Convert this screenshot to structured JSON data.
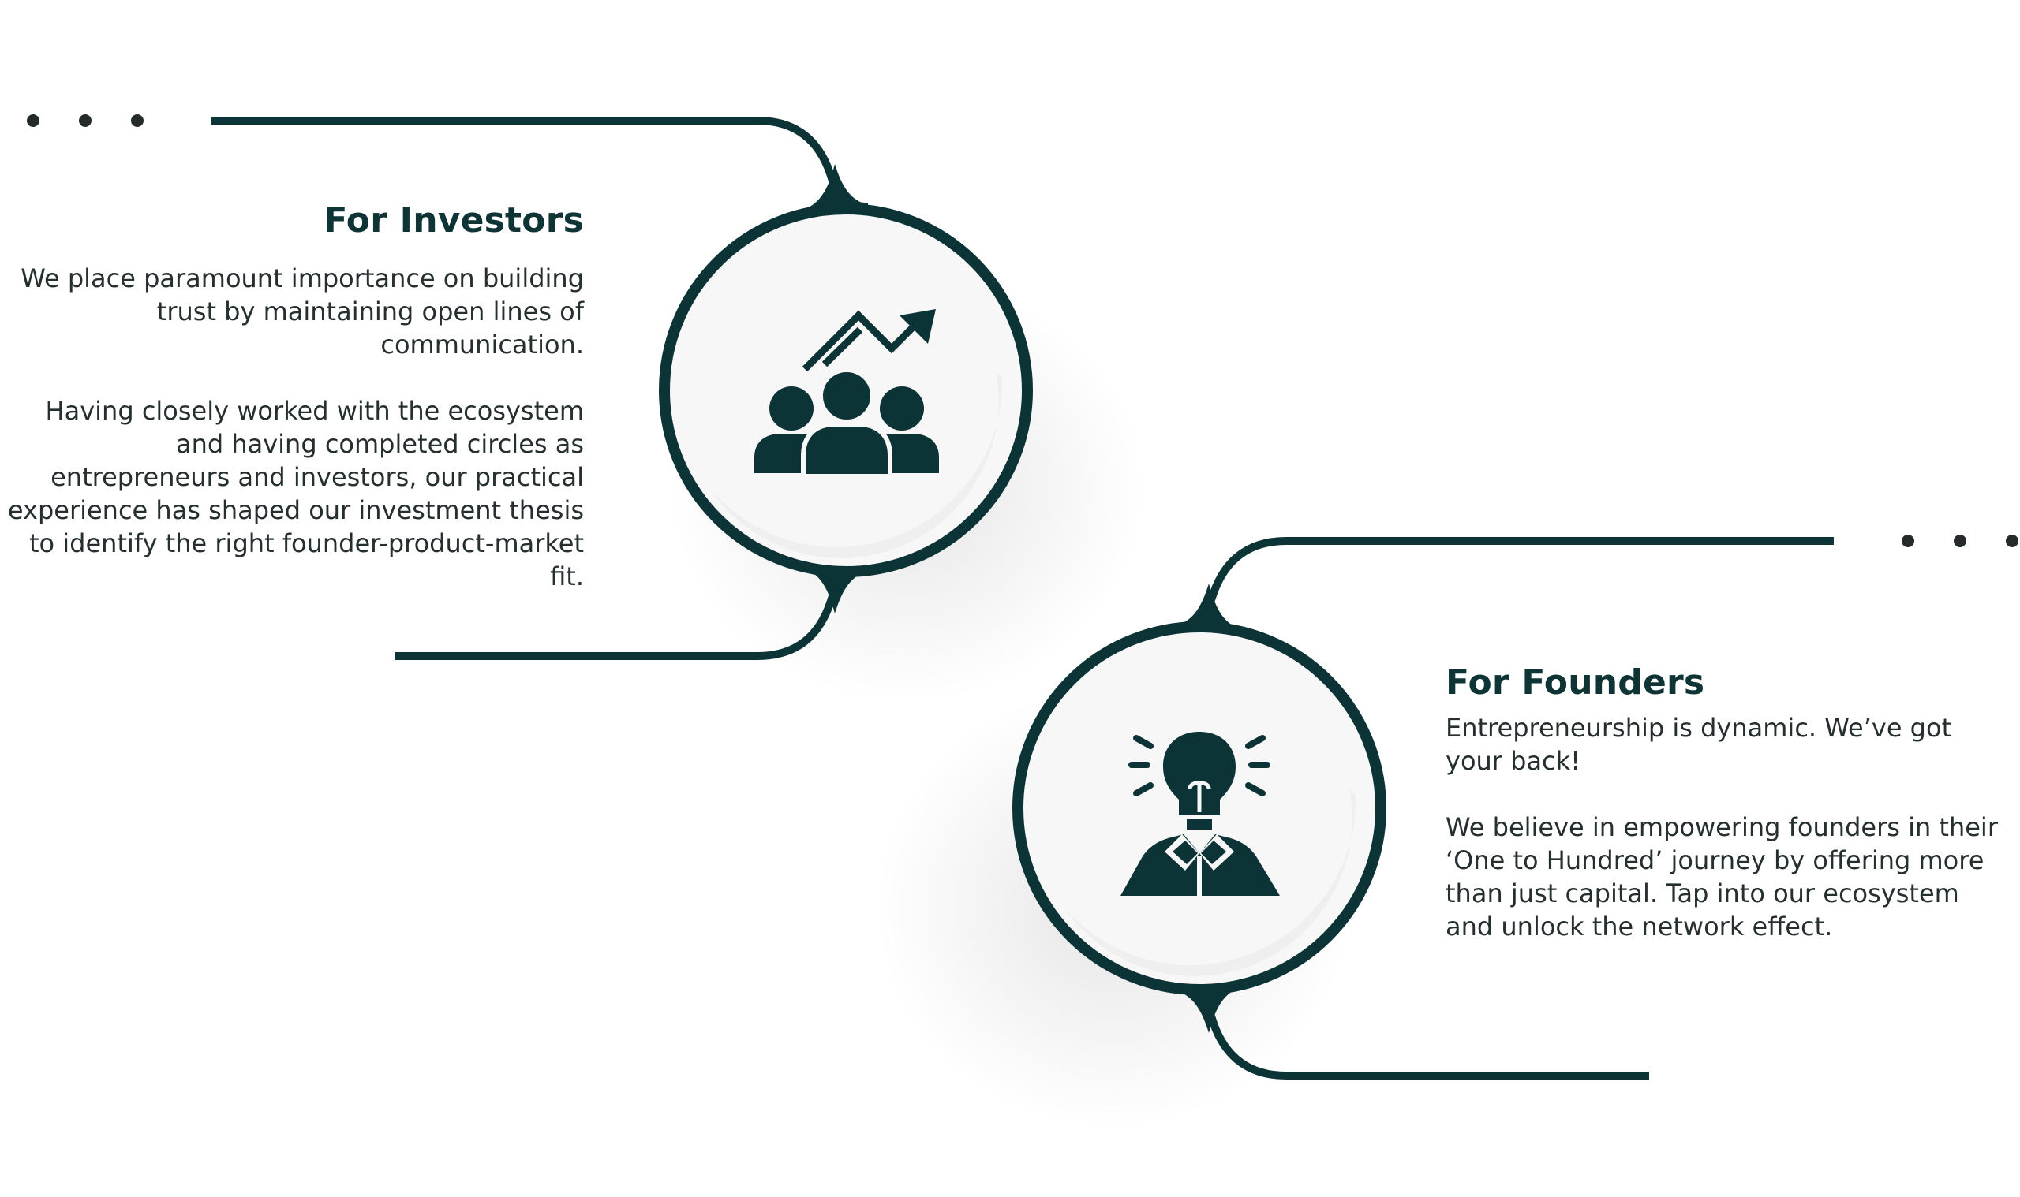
{
  "investors": {
    "title": "For Investors",
    "paragraph_1": "We place paramount importance on building trust by maintaining open lines of communication.",
    "paragraph_2": "Having closely worked with the ecosystem and having completed circles as entrepreneurs and investors, our practical experience has shaped our investment thesis to identify the right founder-product-market fit.",
    "icon": "investors-growth-icon"
  },
  "founders": {
    "title": "For Founders",
    "paragraph_1": "Entrepreneurship is dynamic. We’ve got your back!",
    "paragraph_2": "We believe in empowering founders in their ‘One to Hundred’ journey by offering more than just capital. Tap into our ecosystem and unlock the network effect.",
    "icon": "founder-lightbulb-icon"
  },
  "colors": {
    "brand": "#0c3436",
    "text": "#262f2f",
    "circle_fill": "#f7f7f7"
  }
}
